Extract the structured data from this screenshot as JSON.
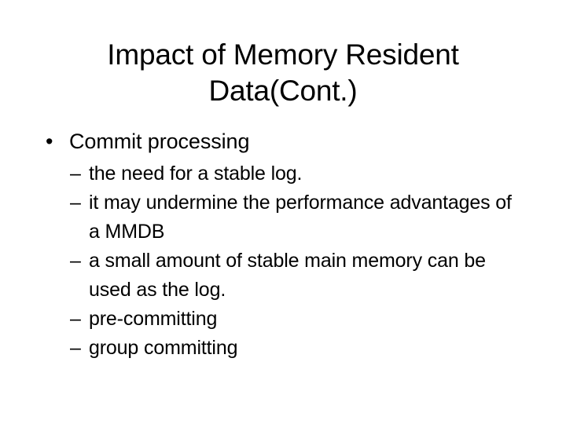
{
  "slide": {
    "title": "Impact of Memory Resident Data(Cont.)",
    "background_color": "#ffffff",
    "text_color": "#000000",
    "level1_marker": "•",
    "level2_marker": "–",
    "bullets": [
      {
        "level": 1,
        "marker": "•",
        "text": "Commit processing"
      }
    ],
    "sub_bullets": [
      {
        "level": 2,
        "marker": "–",
        "text": "the need for a stable log."
      },
      {
        "level": 2,
        "marker": "–",
        "text": "it may undermine the performance advantages of a MMDB"
      },
      {
        "level": 2,
        "marker": "–",
        "text": "a small amount of stable main memory can be used as the log."
      },
      {
        "level": 2,
        "marker": "–",
        "text": "pre-committing"
      },
      {
        "level": 2,
        "marker": "–",
        "text": "group committing"
      }
    ]
  }
}
